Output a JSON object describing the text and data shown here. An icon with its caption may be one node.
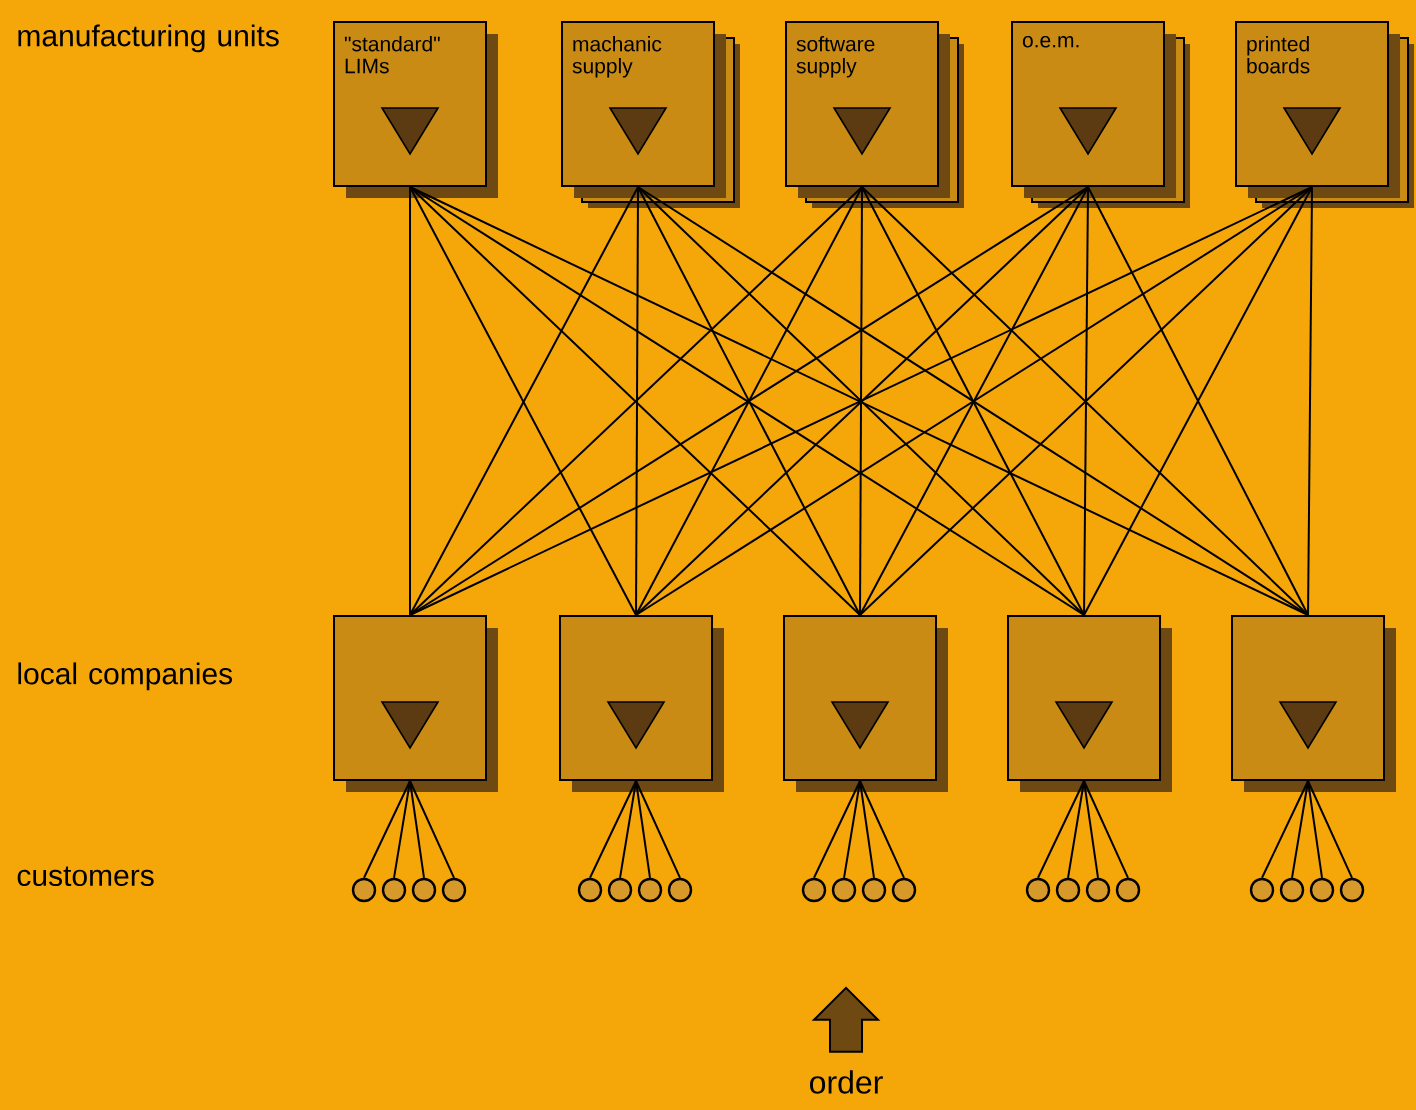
{
  "diagram": {
    "nodes": [
      {
        "text": [
          "\"standard\" LIMs"
        ]
      },
      {
        "text": [
          "machanic supply"
        ]
      },
      {
        "text": [
          "software supply"
        ]
      },
      {
        "text": [
          "o.e.m."
        ]
      },
      {
        "text": [
          "printed boards"
        ]
      },
      {
        "text": [],
        "shape": "box"
      },
      {
        "text": [],
        "shape": "box"
      },
      {
        "text": [],
        "shape": "box"
      },
      {
        "text": [],
        "shape": "box"
      },
      {
        "text": [],
        "shape": "box"
      },
      {
        "text": [],
        "shape": "circle"
      },
      {
        "text": [],
        "shape": "circle"
      },
      {
        "text": [],
        "shape": "circle"
      },
      {
        "text": [],
        "shape": "circle"
      },
      {
        "text": [],
        "shape": "circle"
      },
      {
        "text": [],
        "shape": "circle"
      },
      {
        "text": [],
        "shape": "circle"
      },
      {
        "text": [],
        "shape": "circle"
      },
      {
        "text": [],
        "shape": "circle"
      },
      {
        "text": [],
        "shape": "circle"
      },
      {
        "text": [],
        "shape": "circle"
      },
      {
        "text": [],
        "shape": "circle"
      },
      {
        "text": [],
        "shape": "circle"
      },
      {
        "text": [],
        "shape": "circle"
      },
      {
        "text": [],
        "shape": "circle"
      },
      {
        "text": [],
        "shape": "circle"
      },
      {
        "text": [],
        "shape": "circle"
      },
      {
        "text": [],
        "shape": "circle"
      },
      {
        "text": [],
        "shape": "circle"
      },
      {
        "text": [],
        "shape": "circle"
      },
      {
        "text": [
          "order"
        ]
      }
    ],
    "edges": [
      {
        "from": 0,
        "to": 5,
        "arrow": "none"
      },
      {
        "from": 0,
        "to": 6,
        "arrow": "none"
      },
      {
        "from": 0,
        "to": 7,
        "arrow": "none"
      },
      {
        "from": 0,
        "to": 8,
        "arrow": "none"
      },
      {
        "from": 0,
        "to": 9,
        "arrow": "none"
      },
      {
        "from": 1,
        "to": 5,
        "arrow": "none"
      },
      {
        "from": 1,
        "to": 6,
        "arrow": "none"
      },
      {
        "from": 1,
        "to": 7,
        "arrow": "none"
      },
      {
        "from": 1,
        "to": 8,
        "arrow": "none"
      },
      {
        "from": 1,
        "to": 9,
        "arrow": "none"
      },
      {
        "from": 2,
        "to": 5,
        "arrow": "none"
      },
      {
        "from": 2,
        "to": 6,
        "arrow": "none"
      },
      {
        "from": 2,
        "to": 7,
        "arrow": "none"
      },
      {
        "from": 2,
        "to": 8,
        "arrow": "none"
      },
      {
        "from": 2,
        "to": 9,
        "arrow": "none"
      },
      {
        "from": 3,
        "to": 5,
        "arrow": "none"
      },
      {
        "from": 3,
        "to": 6,
        "arrow": "none"
      },
      {
        "from": 3,
        "to": 7,
        "arrow": "none"
      },
      {
        "from": 3,
        "to": 8,
        "arrow": "none"
      },
      {
        "from": 3,
        "to": 9,
        "arrow": "none"
      },
      {
        "from": 4,
        "to": 5,
        "arrow": "none"
      },
      {
        "from": 4,
        "to": 6,
        "arrow": "none"
      },
      {
        "from": 4,
        "to": 7,
        "arrow": "none"
      },
      {
        "from": 4,
        "to": 8,
        "arrow": "none"
      },
      {
        "from": 4,
        "to": 9,
        "arrow": "none"
      },
      {
        "from": 5,
        "to": 10,
        "arrow": "none"
      },
      {
        "from": 5,
        "to": 11,
        "arrow": "none"
      },
      {
        "from": 5,
        "to": 12,
        "arrow": "none"
      },
      {
        "from": 5,
        "to": 13,
        "arrow": "none"
      },
      {
        "from": 6,
        "to": 14,
        "arrow": "none"
      },
      {
        "from": 6,
        "to": 15,
        "arrow": "none"
      },
      {
        "from": 6,
        "to": 16,
        "arrow": "none"
      },
      {
        "from": 6,
        "to": 17,
        "arrow": "none"
      },
      {
        "from": 7,
        "to": 18,
        "arrow": "none"
      },
      {
        "from": 7,
        "to": 19,
        "arrow": "none"
      },
      {
        "from": 7,
        "to": 20,
        "arrow": "none"
      },
      {
        "from": 7,
        "to": 21,
        "arrow": "none"
      },
      {
        "from": 8,
        "to": 22,
        "arrow": "none"
      },
      {
        "from": 8,
        "to": 23,
        "arrow": "none"
      },
      {
        "from": 8,
        "to": 24,
        "arrow": "none"
      },
      {
        "from": 8,
        "to": 25,
        "arrow": "none"
      },
      {
        "from": 9,
        "to": 26,
        "arrow": "none"
      },
      {
        "from": 9,
        "to": 27,
        "arrow": "none"
      },
      {
        "from": 9,
        "to": 28,
        "arrow": "none"
      },
      {
        "from": 9,
        "to": 29,
        "arrow": "none"
      },
      {
        "from": 30,
        "to": null,
        "arrow": "to"
      }
    ],
    "labels": [
      "manufacturing units",
      "local companies",
      "customers"
    ]
  }
}
